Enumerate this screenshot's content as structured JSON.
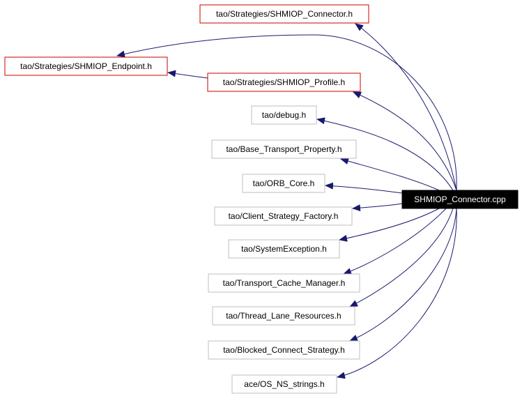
{
  "diagram": {
    "type": "include-dependency-graph",
    "source": {
      "id": "root",
      "label": "SHMIOP_Connector.cpp",
      "fill": "#000000",
      "text_color": "#ffffff"
    },
    "nodes": [
      {
        "id": "n0",
        "label": "tao/Strategies/SHMIOP_Connector.h",
        "border": "#cc0000"
      },
      {
        "id": "n1",
        "label": "tao/Strategies/SHMIOP_Endpoint.h",
        "border": "#cc0000"
      },
      {
        "id": "n2",
        "label": "tao/Strategies/SHMIOP_Profile.h",
        "border": "#cc0000"
      },
      {
        "id": "n3",
        "label": "tao/debug.h",
        "border": "#bfbfbf"
      },
      {
        "id": "n4",
        "label": "tao/Base_Transport_Property.h",
        "border": "#bfbfbf"
      },
      {
        "id": "n5",
        "label": "tao/ORB_Core.h",
        "border": "#bfbfbf"
      },
      {
        "id": "n6",
        "label": "tao/Client_Strategy_Factory.h",
        "border": "#bfbfbf"
      },
      {
        "id": "n7",
        "label": "tao/SystemException.h",
        "border": "#bfbfbf"
      },
      {
        "id": "n8",
        "label": "tao/Transport_Cache_Manager.h",
        "border": "#bfbfbf"
      },
      {
        "id": "n9",
        "label": "tao/Thread_Lane_Resources.h",
        "border": "#bfbfbf"
      },
      {
        "id": "n10",
        "label": "tao/Blocked_Connect_Strategy.h",
        "border": "#bfbfbf"
      },
      {
        "id": "n11",
        "label": "ace/OS_NS_strings.h",
        "border": "#bfbfbf"
      }
    ],
    "edges": [
      {
        "from": "root",
        "to": "n0"
      },
      {
        "from": "root",
        "to": "n1"
      },
      {
        "from": "root",
        "to": "n2"
      },
      {
        "from": "n2",
        "to": "n1"
      },
      {
        "from": "root",
        "to": "n3"
      },
      {
        "from": "root",
        "to": "n4"
      },
      {
        "from": "root",
        "to": "n5"
      },
      {
        "from": "root",
        "to": "n6"
      },
      {
        "from": "root",
        "to": "n7"
      },
      {
        "from": "root",
        "to": "n8"
      },
      {
        "from": "root",
        "to": "n9"
      },
      {
        "from": "root",
        "to": "n10"
      },
      {
        "from": "root",
        "to": "n11"
      }
    ],
    "edge_color": "#191970"
  }
}
